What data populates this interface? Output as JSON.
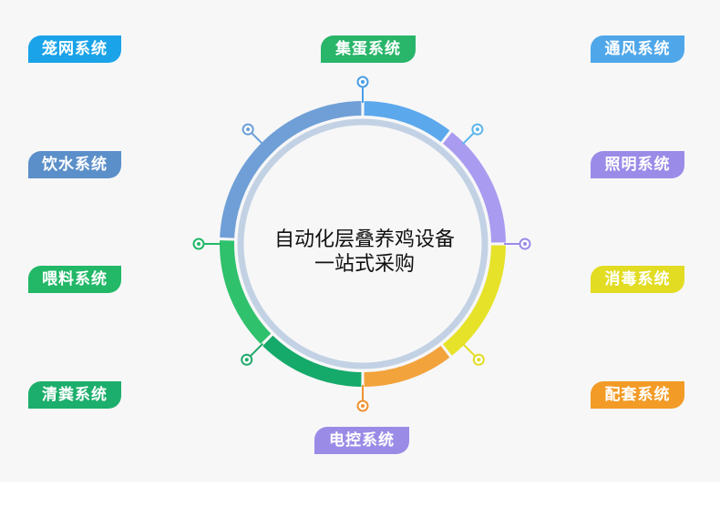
{
  "center": {
    "line1": "自动化层叠养鸡设备",
    "line2": "一站式采购"
  },
  "tags": [
    {
      "id": "cage",
      "label": "笼网系统",
      "color": "#1aa3e8"
    },
    {
      "id": "egg",
      "label": "集蛋系统",
      "color": "#29b56a"
    },
    {
      "id": "vent",
      "label": "通风系统",
      "color": "#4fa7ea"
    },
    {
      "id": "water",
      "label": "饮水系统",
      "color": "#5b8fc9"
    },
    {
      "id": "light",
      "label": "照明系统",
      "color": "#9a8be8"
    },
    {
      "id": "feed",
      "label": "喂料系统",
      "color": "#22b867"
    },
    {
      "id": "disinfect",
      "label": "消毒系统",
      "color": "#e2dc23"
    },
    {
      "id": "manure",
      "label": "清粪系统",
      "color": "#1cae6c"
    },
    {
      "id": "accessory",
      "label": "配套系统",
      "color": "#f29b26"
    },
    {
      "id": "control",
      "label": "电控系统",
      "color": "#9a8ce6"
    }
  ],
  "ring_colors": [
    "#5ca8ec",
    "#a99bf0",
    "#e6e22a",
    "#f3a33c",
    "#15a96a",
    "#2fc16c",
    "#6f9fd6"
  ]
}
